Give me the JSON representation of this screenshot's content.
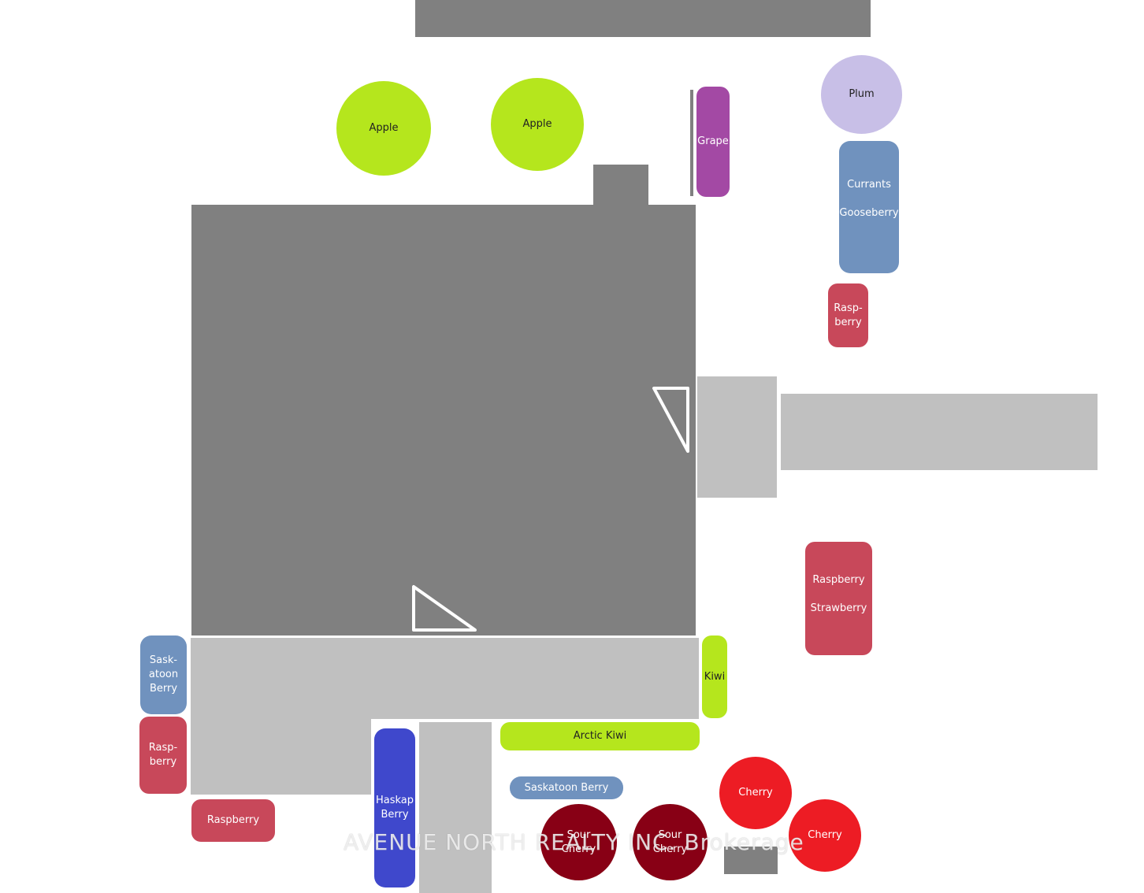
{
  "plants": {
    "apple_1": "Apple",
    "apple_2": "Apple",
    "grape": "Grape",
    "plum": "Plum",
    "currants": "Currants",
    "gooseberry": "Gooseberry",
    "raspberry_ne_line1": "Rasp-",
    "raspberry_ne_line2": "berry",
    "raspberry_e": "Raspberry",
    "strawberry_e": "Strawberry",
    "saskatoon_w_line1": "Sask-",
    "saskatoon_w_line2": "atoon",
    "saskatoon_w_line3": "Berry",
    "raspberry_w_line1": "Rasp-",
    "raspberry_w_line2": "berry",
    "raspberry_sw": "Raspberry",
    "kiwi": "Kiwi",
    "arctic_kiwi": "Arctic Kiwi",
    "saskatoon_s": "Saskatoon Berry",
    "haskap_line1": "Haskap",
    "haskap_line2": "Berry",
    "sour_cherry_1_line1": "Sour",
    "sour_cherry_1_line2": "Cherry",
    "sour_cherry_2_line1": "Sour",
    "sour_cherry_2_line2": "Cherry",
    "cherry_1": "Cherry",
    "cherry_2": "Cherry"
  },
  "watermark": "AVENUE NORTH REALTY INC. Brokerage",
  "colors": {
    "building": "#808080",
    "hardscape": "#c0c0c0",
    "apple_kiwi": "#b5e61d",
    "plum": "#c8bfe7",
    "grape": "#a349a4",
    "blue_berries": "#7092be",
    "raspberry": "#c8485a",
    "haskap": "#3f48cc",
    "cherry": "#ed1c24",
    "sour_cherry": "#880015"
  }
}
